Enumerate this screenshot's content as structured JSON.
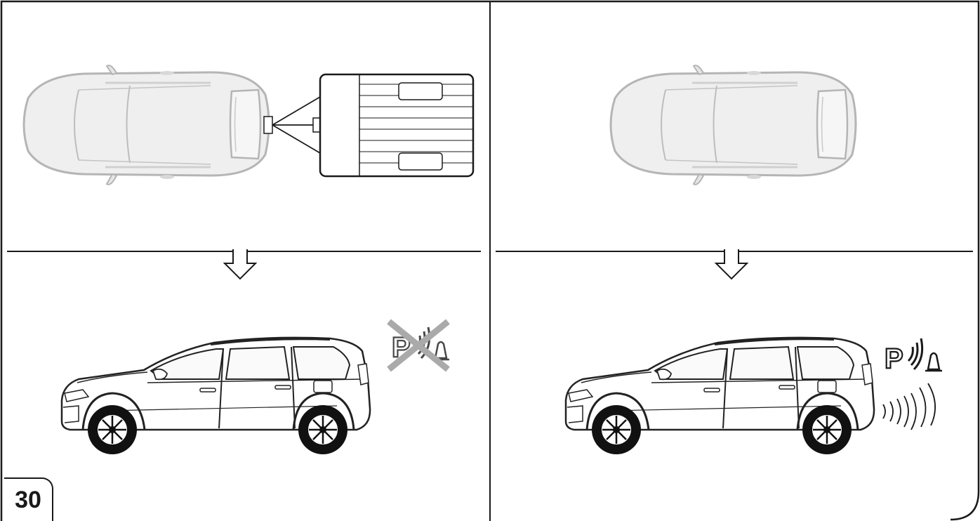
{
  "figure": {
    "number": "30"
  },
  "panels": [
    {
      "id": "left",
      "top_view": "car-with-trailer",
      "side_view": "car-side",
      "indicator": "park-assist-off-icon"
    },
    {
      "id": "right",
      "top_view": "car-without-trailer",
      "side_view": "car-side",
      "indicator": "park-assist-active-icon"
    }
  ],
  "colors": {
    "line": "#1a1a1a",
    "car_top_fill": "#efefef",
    "car_top_stroke": "#b5b5b5",
    "car_side_stroke": "#222222",
    "wheel": "#111111",
    "cross": "#aaaaaa"
  }
}
